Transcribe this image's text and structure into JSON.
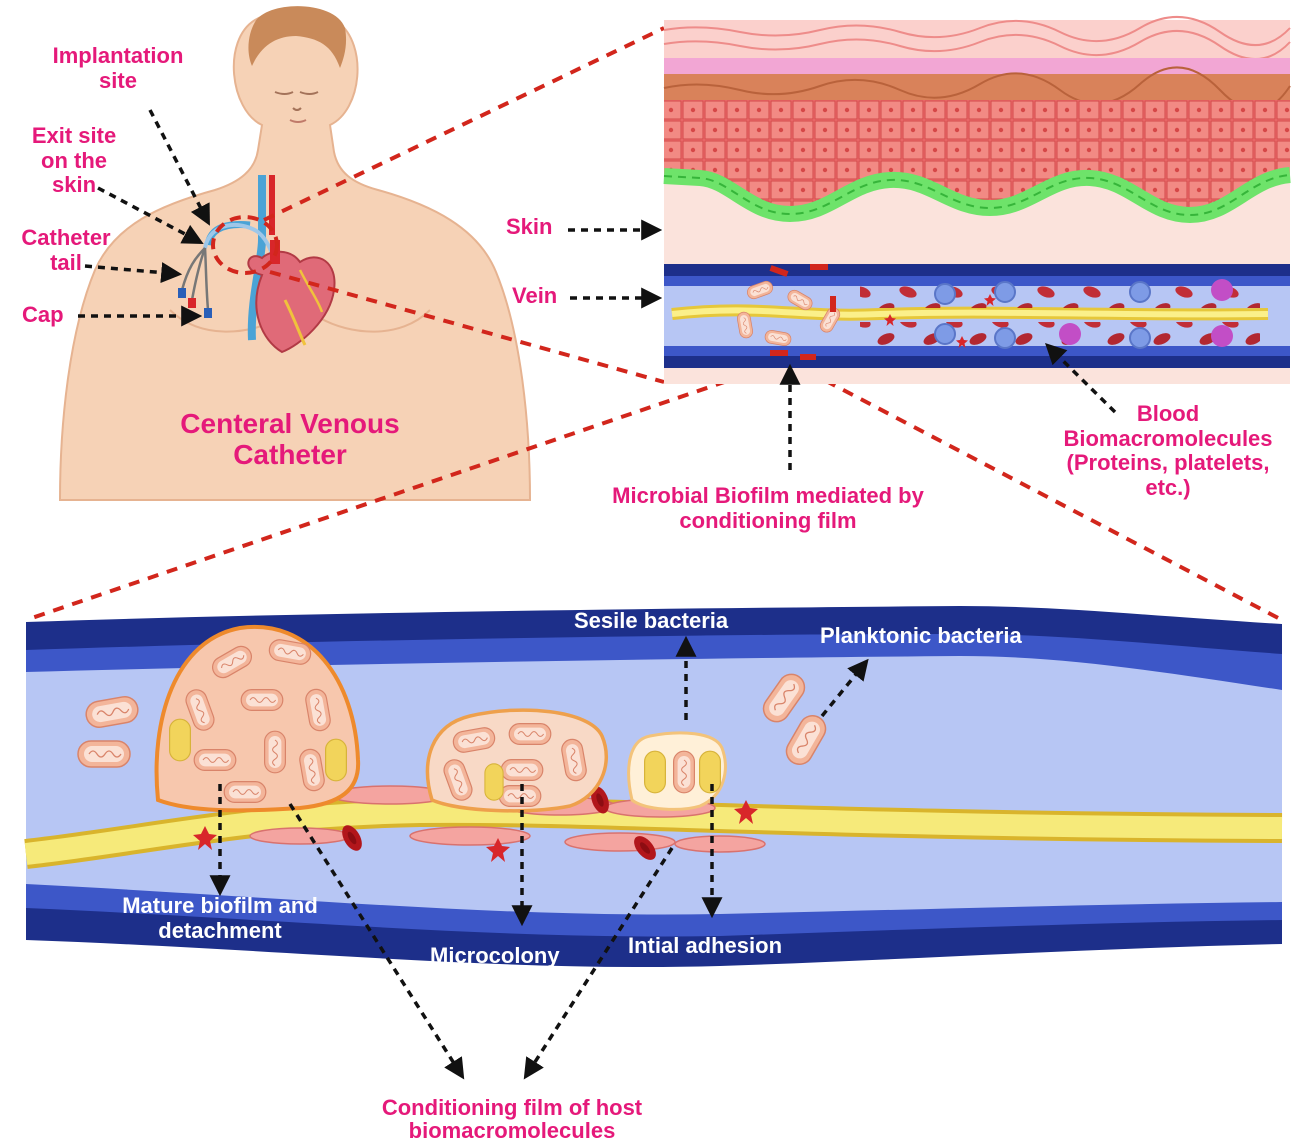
{
  "body_labels": {
    "implantation_site": [
      "Implantation",
      "site"
    ],
    "exit_site": [
      "Exit site",
      "on the",
      "skin"
    ],
    "catheter_tail": [
      "Catheter",
      "tail"
    ],
    "cap": "Cap",
    "title": [
      "Centeral Venous",
      "Catheter"
    ]
  },
  "inset_labels": {
    "skin": "Skin",
    "vein": "Vein",
    "biofilm": [
      "Microbial  Biofilm  mediated by",
      "conditioning film"
    ],
    "blood": [
      "Blood",
      "Biomacromolecules",
      "(Proteins, platelets,",
      "etc.)"
    ]
  },
  "vessel_labels": {
    "sessile": "Sesile bacteria",
    "planktonic": "Planktonic bacteria",
    "mature": [
      "Mature biofilm and",
      "detachment"
    ],
    "microcolony": "Microcolony",
    "adhesion": "Intial adhesion",
    "conditioning": [
      "Conditioning film of host",
      "biomacromolecules"
    ]
  },
  "colors": {
    "label_pink": "#e5197a",
    "vessel_dark_blue": "#1d2f8a",
    "vessel_light_blue": "#b7c6f4",
    "catheter_yellow": "#f2e368",
    "skin_tone": "#f6d2b6",
    "red_zoom_dash": "#d2261c",
    "rbc_red": "#b2161b",
    "bacteria_tan": "#f3b59a"
  },
  "icons": [
    "human-torso-icon",
    "heart-icon",
    "skin-layers-icon",
    "vein-cross-section-icon",
    "bacteria-icon",
    "red-blood-cell-icon",
    "platelet-icon",
    "white-blood-cell-icon"
  ]
}
